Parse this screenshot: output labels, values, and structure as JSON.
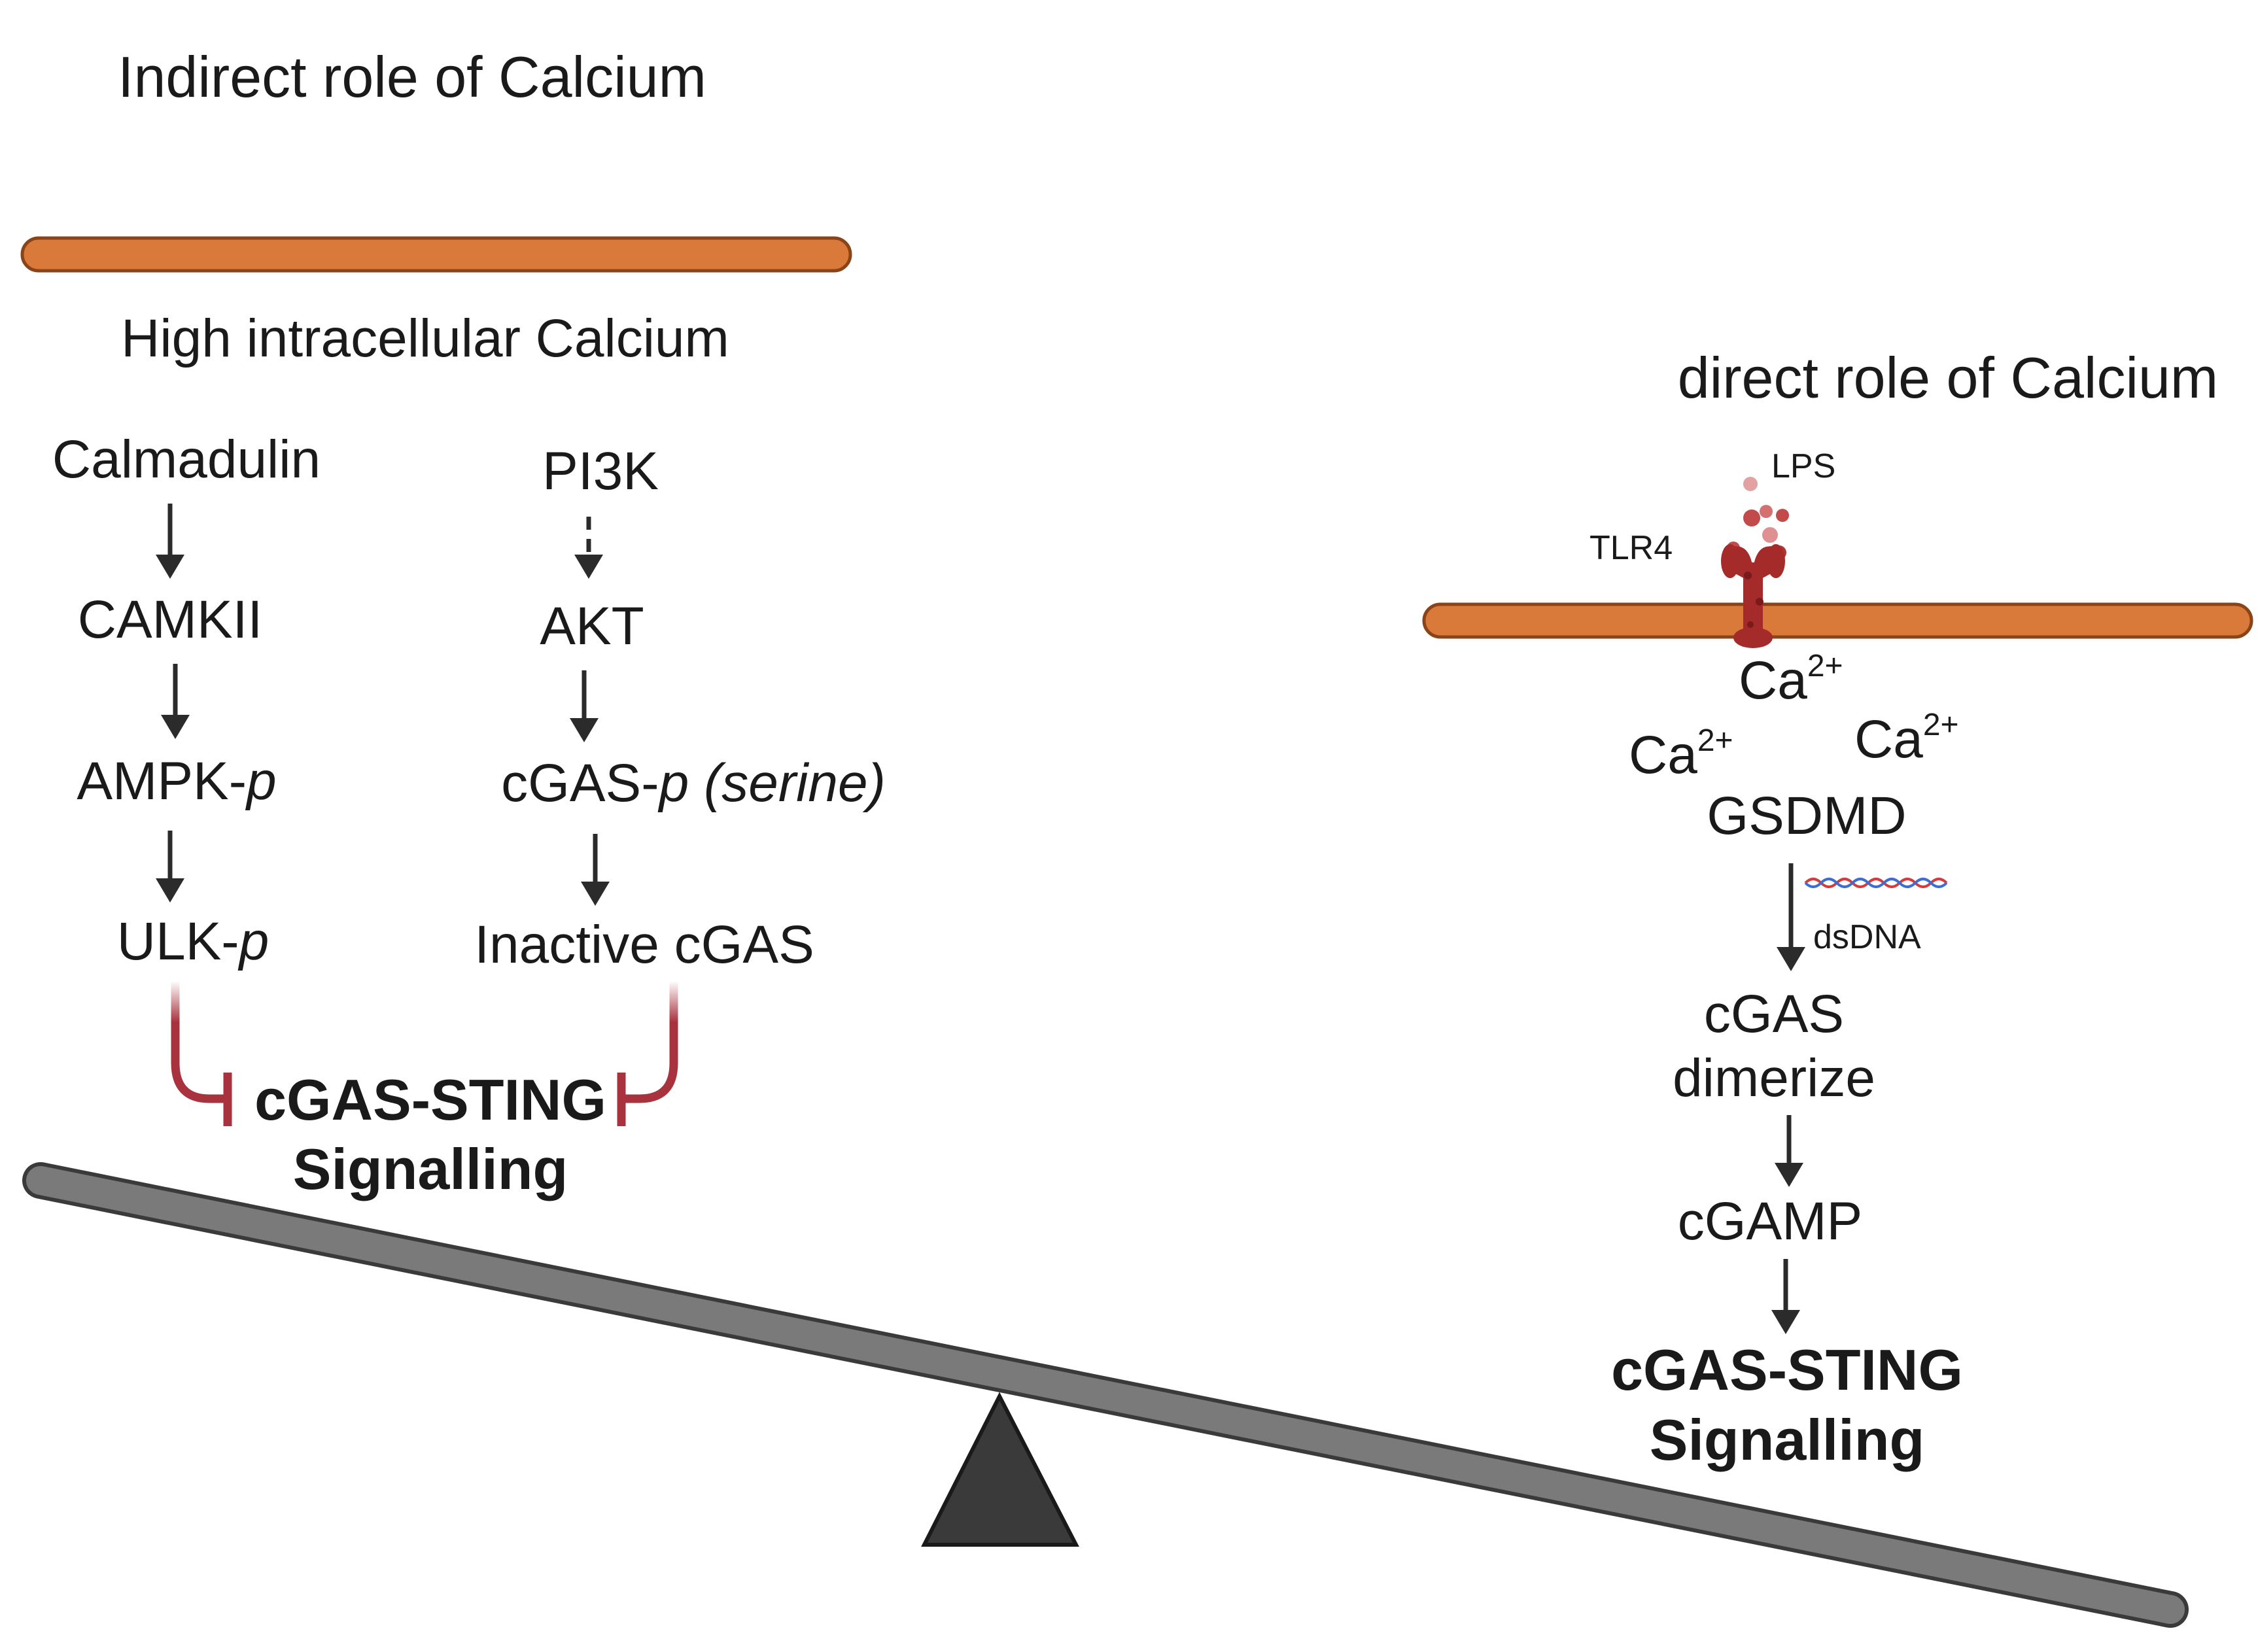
{
  "left": {
    "title": "Indirect role of Calcium",
    "membrane_label": "High intracellular Calcium",
    "pathway1": {
      "step1": "Calmadulin",
      "step2": "CAMKII",
      "step3_main": "AMPK-",
      "step3_suffix": "p",
      "step4_main": "ULK-",
      "step4_suffix": "p"
    },
    "pathway2": {
      "step1": "PI3K",
      "step2": "AKT",
      "step3_main": "cGAS-",
      "step3_suffix": "p (serine)",
      "step4": "Inactive cGAS"
    },
    "outcome_line1": "cGAS-STING",
    "outcome_line2": "Signalling"
  },
  "right": {
    "title": "direct role of Calcium",
    "ligand_label": "LPS",
    "receptor_label": "TLR4",
    "ion_base": "Ca",
    "ion_charge": "2+",
    "gsdmd": "GSDMD",
    "dna_label": "dsDNA",
    "cgas_line1": "cGAS",
    "cgas_line2": "dimerize",
    "cgamp": "cGAMP",
    "outcome_line1": "cGAS-STING",
    "outcome_line2": "Signalling"
  },
  "colors": {
    "membrane": "#D97A3A",
    "membrane_edge": "#8A4418",
    "inhibition": "#A8323E",
    "receptor": "#A52A2A",
    "beam": "#7A7A7A",
    "fulcrum": "#3A3A3A",
    "arrow": "#2B2B2B"
  }
}
